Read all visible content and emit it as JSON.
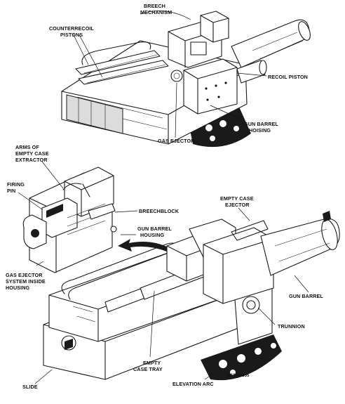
{
  "labels": {
    "breech_mechanism_1": "BREECH",
    "breech_mechanism_2": "MECHANISM",
    "counterrecoil_1": "COUNTERRECOIL",
    "counterrecoil_2": "PISTONS",
    "recoil_piston": "RECOIL PISTON",
    "gun_barrel_housing_top_1": "GUN BARREL",
    "gun_barrel_housing_top_2": "HOISING",
    "gas_ejector": "GAS EJECTOR",
    "arms_1": "ARMS OF",
    "arms_2": "EMPTY CASE",
    "arms_3": "EXTRACTOR",
    "firing_pin_1": "FIRING",
    "firing_pin_2": "PIN",
    "breechblock": "BREECHBLOCK",
    "gun_barrel_housing_mid_1": "GUN BARREL",
    "gun_barrel_housing_mid_2": "HOUSING",
    "empty_case_ejector_1": "EMPTY CASE",
    "empty_case_ejector_2": "EJECTOR",
    "gas_ejector_system_1": "GAS EJECTOR",
    "gas_ejector_system_2": "SYSTEM INSIDE",
    "gas_ejector_system_3": "HOUSING",
    "gun_barrel": "GUN BARREL",
    "trunnion": "TRUNNION",
    "slide": "SLIDE",
    "empty_case_tray_1": "EMPTY",
    "empty_case_tray_2": "CASE TRAY",
    "elevation_arc": "ELEVATION ARC",
    "figure_code": "GNNP0255"
  }
}
